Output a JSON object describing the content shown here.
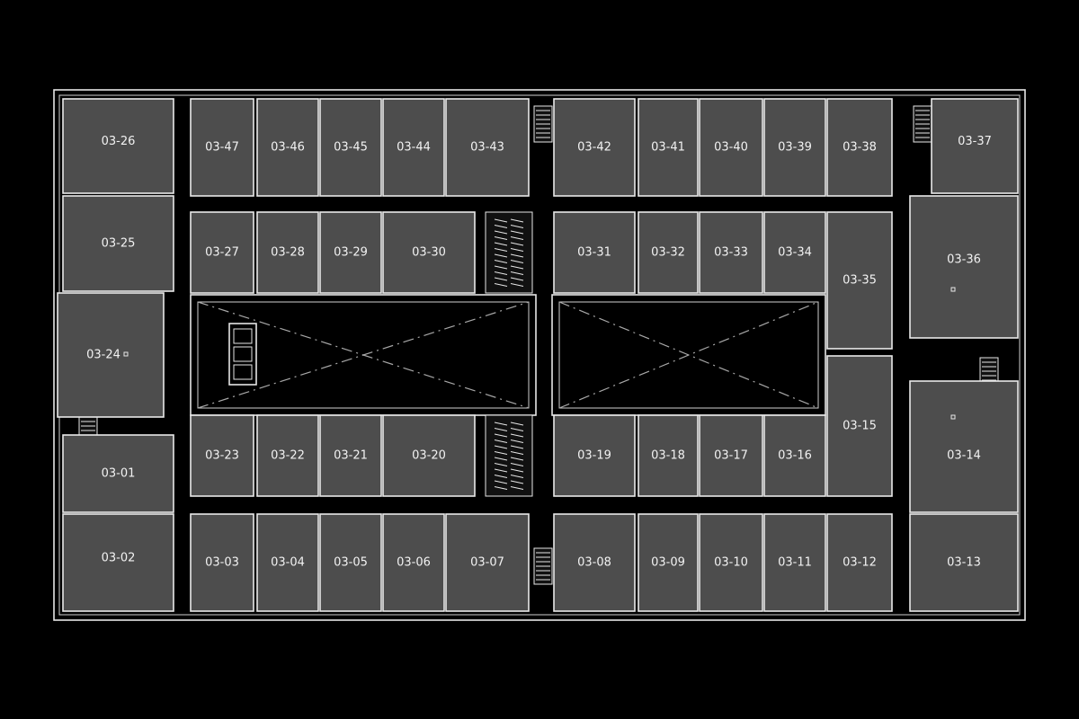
{
  "units": [
    {
      "id": "03-26"
    },
    {
      "id": "03-47"
    },
    {
      "id": "03-46"
    },
    {
      "id": "03-45"
    },
    {
      "id": "03-44"
    },
    {
      "id": "03-43"
    },
    {
      "id": "03-42"
    },
    {
      "id": "03-41"
    },
    {
      "id": "03-40"
    },
    {
      "id": "03-39"
    },
    {
      "id": "03-38"
    },
    {
      "id": "03-37"
    },
    {
      "id": "03-25"
    },
    {
      "id": "03-27"
    },
    {
      "id": "03-28"
    },
    {
      "id": "03-29"
    },
    {
      "id": "03-30"
    },
    {
      "id": "03-31"
    },
    {
      "id": "03-32"
    },
    {
      "id": "03-33"
    },
    {
      "id": "03-34"
    },
    {
      "id": "03-35"
    },
    {
      "id": "03-36"
    },
    {
      "id": "03-24"
    },
    {
      "id": "03-23"
    },
    {
      "id": "03-22"
    },
    {
      "id": "03-21"
    },
    {
      "id": "03-20"
    },
    {
      "id": "03-19"
    },
    {
      "id": "03-18"
    },
    {
      "id": "03-17"
    },
    {
      "id": "03-16"
    },
    {
      "id": "03-15"
    },
    {
      "id": "03-14"
    },
    {
      "id": "03-01"
    },
    {
      "id": "03-02"
    },
    {
      "id": "03-03"
    },
    {
      "id": "03-04"
    },
    {
      "id": "03-05"
    },
    {
      "id": "03-06"
    },
    {
      "id": "03-07"
    },
    {
      "id": "03-08"
    },
    {
      "id": "03-09"
    },
    {
      "id": "03-10"
    },
    {
      "id": "03-11"
    },
    {
      "id": "03-12"
    },
    {
      "id": "03-13"
    }
  ]
}
